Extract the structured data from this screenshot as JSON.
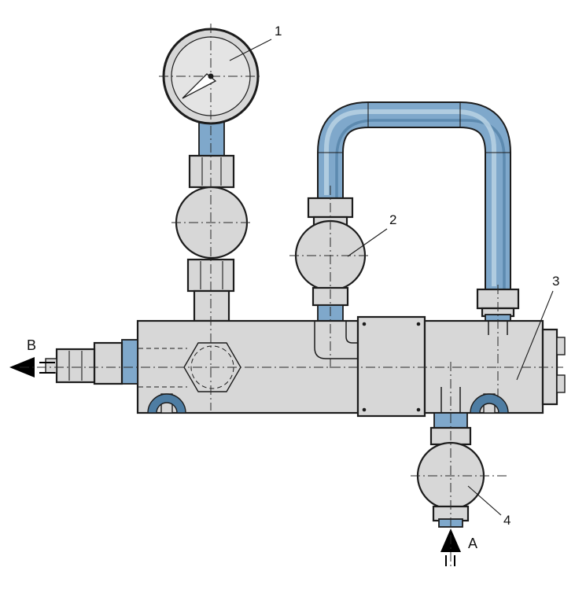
{
  "diagram": {
    "callouts": {
      "c1": {
        "label": "1"
      },
      "c2": {
        "label": "2"
      },
      "c3": {
        "label": "3"
      },
      "c4": {
        "label": "4"
      }
    },
    "ports": {
      "b": {
        "label": "B"
      },
      "a": {
        "label": "A"
      }
    },
    "colors": {
      "metal": "#d7d7d7",
      "metal_light": "#e4e4e4",
      "pipe_blue": "#7fa8cb",
      "pipe_blue_dark": "#4e7da3",
      "pipe_blue_light": "#b9d2e4",
      "outline": "#1c1c1c",
      "centerline": "#2a2a2a",
      "background": "#ffffff"
    }
  }
}
